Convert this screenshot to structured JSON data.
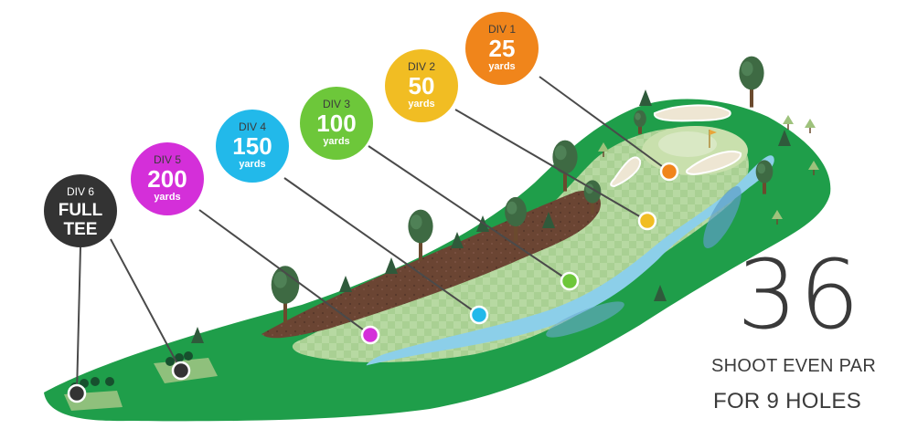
{
  "divisions": [
    {
      "div": "DIV 1",
      "value": "25",
      "unit": "yards",
      "color": "#f0851b"
    },
    {
      "div": "DIV 2",
      "value": "50",
      "unit": "yards",
      "color": "#f1bd23"
    },
    {
      "div": "DIV 3",
      "value": "100",
      "unit": "yards",
      "color": "#6dc73a"
    },
    {
      "div": "DIV 4",
      "value": "150",
      "unit": "yards",
      "color": "#22b9ea"
    },
    {
      "div": "DIV 5",
      "value": "200",
      "unit": "yards",
      "color": "#d42fd9"
    },
    {
      "div": "DIV 6",
      "value": "FULL",
      "unit": "TEE",
      "color": "#333333"
    }
  ],
  "hole_number": "36",
  "tagline1": "SHOOT EVEN PAR",
  "tagline2": "FOR 9 HOLES",
  "colors": {
    "rough": "#1f9e4a",
    "fairway": "#a8cf91",
    "water": "#8ccfe9",
    "dirt": "#6b4533",
    "green_surface": "#c9e0ad",
    "sand": "#eee6d3"
  }
}
